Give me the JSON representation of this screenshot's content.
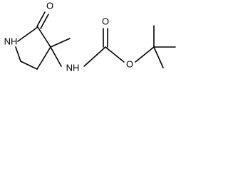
{
  "molecule": {
    "atoms": {
      "o_ring_carbonyl": "O",
      "ring_nh": "NH",
      "methyl": "methyl",
      "carbamate_nh": "NH",
      "carbamate_carbonyl_o": "O",
      "ester_o": "O"
    },
    "colors": {
      "bond": "#000000",
      "label": "#000000",
      "background": "#ffffff"
    }
  }
}
